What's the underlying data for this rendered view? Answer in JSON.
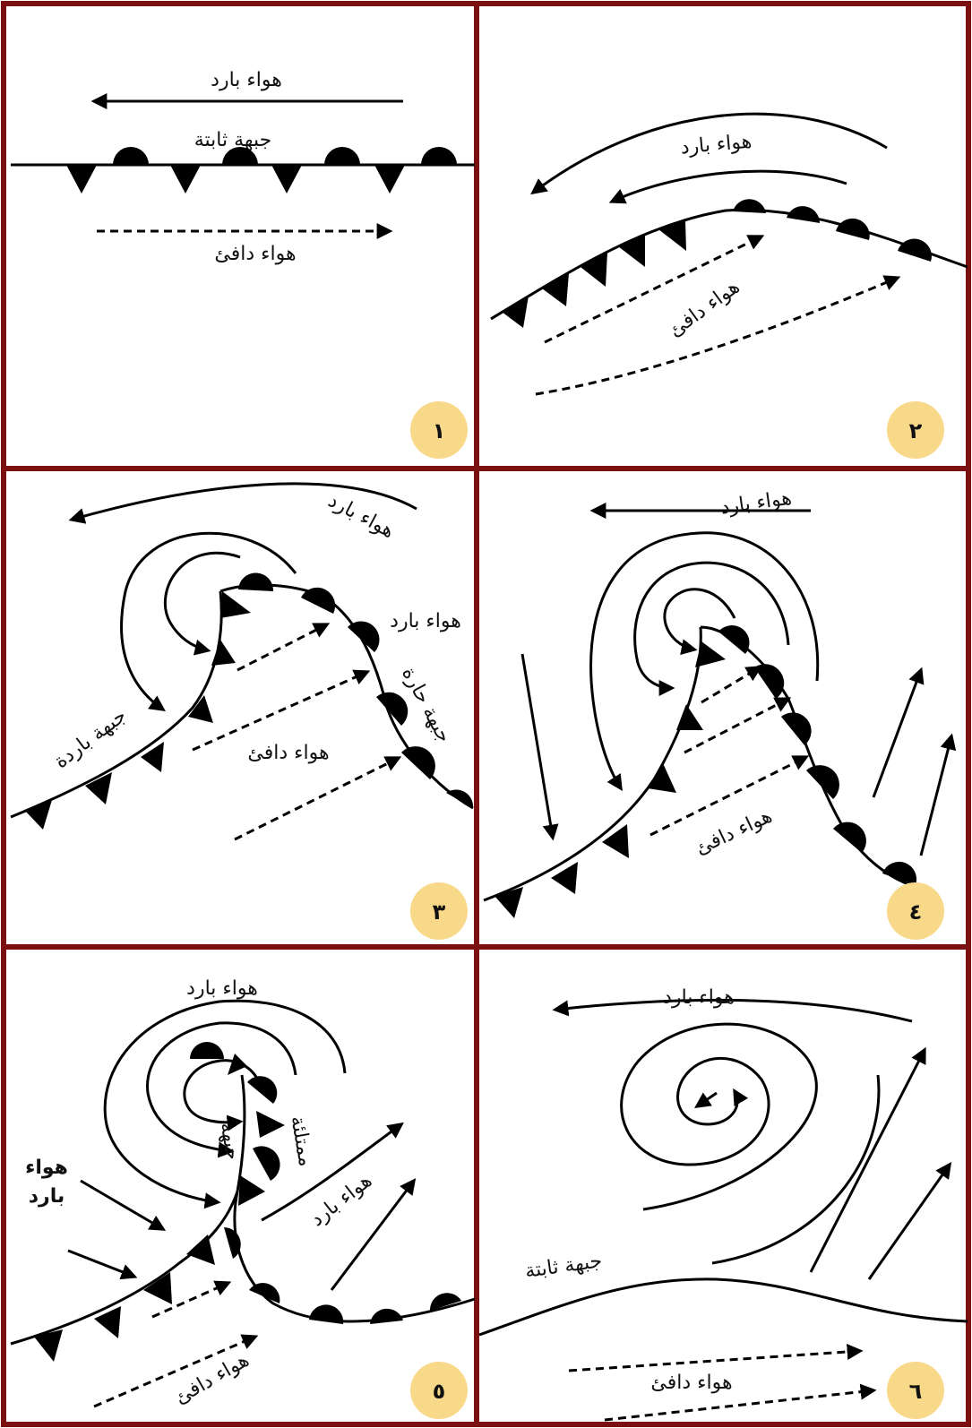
{
  "colors": {
    "border": "#7a1010",
    "badge": "#f8d98a",
    "ink": "#000000"
  },
  "labels": {
    "cold_air": "هواء بارد",
    "warm_air": "هواء دافئ",
    "stationary_front": "جبهة ثابتة",
    "cold_front": "جبهة باردة",
    "warm_front": "جبهة حارة",
    "occluded_front_1": "جبهة",
    "occluded_front_2": "ممتلئة",
    "cold_air_line1": "هواء",
    "cold_air_line2": "بارد"
  },
  "panels": [
    {
      "number": "١"
    },
    {
      "number": "٢"
    },
    {
      "number": "٣"
    },
    {
      "number": "٤"
    },
    {
      "number": "٥"
    },
    {
      "number": "٦"
    }
  ]
}
